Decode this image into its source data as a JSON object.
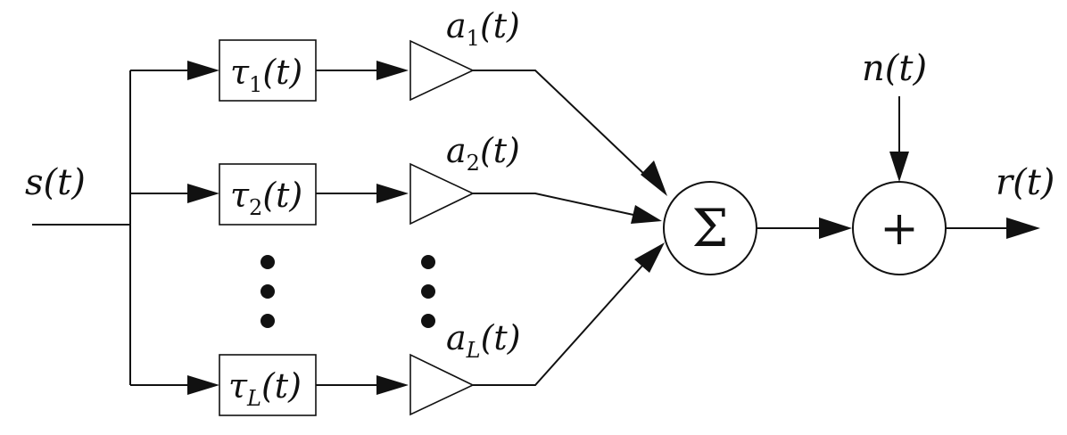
{
  "diagram": {
    "input_label": "s(t)",
    "output_label": "r(t)",
    "noise_label": "n(t)",
    "summer_symbol": "Σ",
    "adder_symbol": "+",
    "paths": [
      {
        "delay": {
          "base": "τ",
          "sub": "1",
          "arg": "(t)"
        },
        "gain": {
          "base": "a",
          "sub": "1",
          "arg": "(t)"
        }
      },
      {
        "delay": {
          "base": "τ",
          "sub": "2",
          "arg": "(t)"
        },
        "gain": {
          "base": "a",
          "sub": "2",
          "arg": "(t)"
        }
      },
      {
        "delay": {
          "base": "τ",
          "sub": "L",
          "arg": "(t)"
        },
        "gain": {
          "base": "a",
          "sub": "L",
          "arg": "(t)"
        }
      }
    ]
  }
}
